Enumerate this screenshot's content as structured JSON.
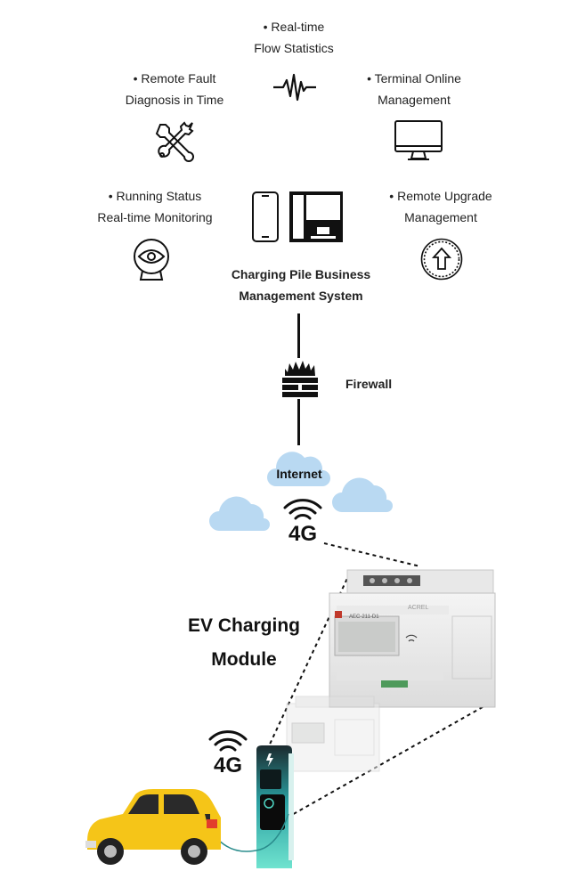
{
  "features": {
    "flow_statistics": {
      "line1": "• Real-time",
      "line2": "Flow Statistics"
    },
    "fault_diagnosis": {
      "line1": "• Remote Fault",
      "line2": "Diagnosis in Time"
    },
    "terminal_management": {
      "line1": "• Terminal Online",
      "line2": "Management"
    },
    "status_monitoring": {
      "line1": "• Running Status",
      "line2": "Real-time Monitoring"
    },
    "upgrade_management": {
      "line1": "• Remote Upgrade",
      "line2": "Management"
    }
  },
  "system": {
    "line1": "Charging Pile Business",
    "line2": "Management System"
  },
  "firewall_label": "Firewall",
  "internet_label": "Internet",
  "network_badge": "4G",
  "module": {
    "line1": "EV Charging",
    "line2": "Module"
  },
  "device": {
    "model": "AEC-211-D1",
    "brand": "ACREL"
  },
  "colors": {
    "cloud": "#b9d9f2",
    "charger_accent": "#59d4c9",
    "car": "#f5c518",
    "ink": "#111111"
  }
}
